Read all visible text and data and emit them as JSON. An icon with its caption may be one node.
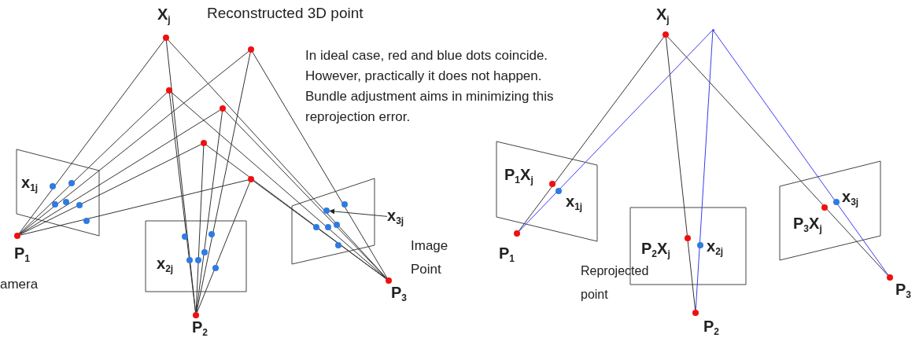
{
  "diagram": {
    "nodes": [
      {
        "text": [],
        "shape": "circle",
        "beside": [
          "X$_{j}$"
        ]
      },
      {
        "text": [],
        "shape": "circle"
      },
      {
        "text": [],
        "shape": "circle"
      },
      {
        "text": [],
        "shape": "circle"
      },
      {
        "text": [],
        "shape": "circle"
      },
      {
        "text": [],
        "shape": "circle"
      },
      {
        "text": [],
        "shape": "circle"
      },
      {
        "text": [
          "x$_{3j}$"
        ]
      },
      {
        "text": [],
        "shape": "circle",
        "beside": [
          "P$_{1}$"
        ]
      },
      {
        "text": [],
        "shape": "circle",
        "beside": [
          "P$_{2}$"
        ]
      },
      {
        "text": [],
        "shape": "circle",
        "beside": [
          "P$_{3}$"
        ]
      },
      {
        "text": [],
        "shape": "circle",
        "beside": [
          "X$_{j}$"
        ]
      },
      {
        "text": [],
        "shape": "dot"
      },
      {
        "text": [],
        "shape": "circle",
        "beside": [
          "P$_{1}$X$_{j}$"
        ]
      },
      {
        "text": [],
        "shape": "circle",
        "beside": [
          "x$_{1j}$"
        ]
      },
      {
        "text": [],
        "shape": "circle",
        "beside": [
          "P$_{2}$X$_{j}$"
        ]
      },
      {
        "text": [],
        "shape": "circle",
        "beside": [
          "x$_{2j}$"
        ]
      },
      {
        "text": [],
        "shape": "circle",
        "beside": [
          "P$_{3}$X$_{j}$"
        ]
      },
      {
        "text": [],
        "shape": "circle",
        "beside": [
          "x$_{3j}$"
        ]
      },
      {
        "text": [],
        "shape": "circle",
        "beside": [
          "P$_{1}$"
        ]
      },
      {
        "text": [],
        "shape": "circle",
        "beside": [
          "P$_{2}$"
        ]
      },
      {
        "text": [],
        "shape": "circle",
        "beside": [
          "P$_{3}$"
        ]
      }
    ],
    "edges": [
      {
        "from": 0,
        "to": 8,
        "arrow": "none"
      },
      {
        "from": 0,
        "to": 9,
        "arrow": "none"
      },
      {
        "from": 0,
        "to": 10,
        "arrow": "none"
      },
      {
        "from": 1,
        "to": 8,
        "arrow": "none"
      },
      {
        "from": 1,
        "to": 9,
        "arrow": "none"
      },
      {
        "from": 1,
        "to": 10,
        "arrow": "none"
      },
      {
        "from": 2,
        "to": 8,
        "arrow": "none"
      },
      {
        "from": 2,
        "to": 9,
        "arrow": "none"
      },
      {
        "from": 2,
        "to": 10,
        "arrow": "none"
      },
      {
        "from": 3,
        "to": 8,
        "arrow": "none"
      },
      {
        "from": 3,
        "to": 9,
        "arrow": "none"
      },
      {
        "from": 3,
        "to": 10,
        "arrow": "none"
      },
      {
        "from": 4,
        "to": 8,
        "arrow": "none"
      },
      {
        "from": 4,
        "to": 9,
        "arrow": "none"
      },
      {
        "from": 4,
        "to": 10,
        "arrow": "none"
      },
      {
        "from": 5,
        "to": 8,
        "arrow": "none"
      },
      {
        "from": 5,
        "to": 9,
        "arrow": "none"
      },
      {
        "from": 5,
        "to": 10,
        "arrow": "none"
      },
      {
        "from": 7,
        "to": 6,
        "arrow": "to"
      },
      {
        "from": 11,
        "to": 19,
        "arrow": "none"
      },
      {
        "from": 11,
        "to": 20,
        "arrow": "none"
      },
      {
        "from": 11,
        "to": 21,
        "arrow": "none"
      },
      {
        "from": 12,
        "to": 19,
        "arrow": "none",
        "color": "#3b3bf0"
      },
      {
        "from": 12,
        "to": 20,
        "arrow": "none",
        "color": "#3b3bf0"
      },
      {
        "from": 12,
        "to": 21,
        "arrow": "none",
        "color": "#3b3bf0"
      }
    ],
    "labels": [
      "Reconstructed 3D point",
      "In ideal case, red and blue dots coincide. However, practically it does not happen. Bundle adjustment aims in minimizing this reprojection error.",
      "x$_{1j}$",
      "x$_{2j}$",
      "amera",
      "Image Point",
      "Reprojected point"
    ]
  }
}
